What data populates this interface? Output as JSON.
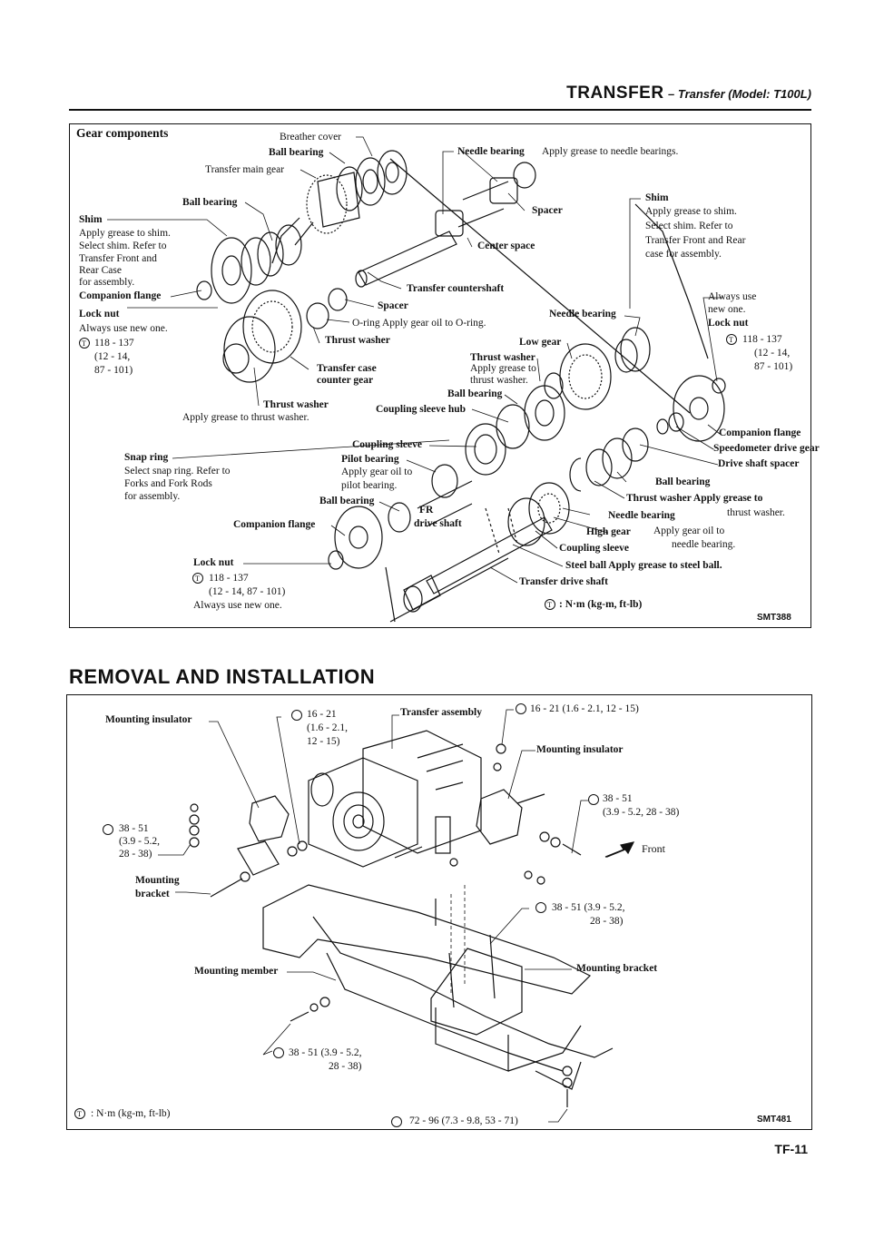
{
  "header": {
    "title": "TRANSFER",
    "subtitle": "– Transfer (Model: T100L)"
  },
  "gear": {
    "heading": "Gear components",
    "breather_cover": "Breather cover",
    "ball_bearing_top": "Ball bearing",
    "transfer_main_gear": "Transfer main gear",
    "ball_bearing_left": "Ball bearing",
    "shim_left": [
      "Shim",
      "Apply grease to shim.",
      "Select shim. Refer to",
      "Transfer Front and",
      "Rear Case",
      "for assembly."
    ],
    "companion_flange_left": "Companion flange",
    "lock_nut_left": [
      "Lock nut",
      "Always use new one.",
      "118 - 137",
      "(12 - 14,",
      "87 - 101)"
    ],
    "needle_bearing_top": "Needle bearing",
    "needle_bearing_top_note": "Apply grease to needle bearings.",
    "spacer_top": "Spacer",
    "center_space": "Center space",
    "shim_right": [
      "Shim",
      "Apply grease to shim.",
      "Select shim. Refer to",
      "Transfer Front and Rear",
      "case for assembly."
    ],
    "transfer_countershaft": "Transfer countershaft",
    "spacer_mid": "Spacer",
    "oring": "O-ring Apply gear oil to O-ring.",
    "thrust_washer_top": "Thrust washer",
    "transfer_case_counter_gear": [
      "Transfer case",
      "counter gear"
    ],
    "thrust_washer_bottom": [
      "Thrust washer",
      "Apply grease to thrust washer."
    ],
    "always_use_right": [
      "Always use",
      "new one.",
      "Lock nut",
      "118 - 137",
      "(12 - 14,",
      "87 - 101)"
    ],
    "needle_bearing_mid": "Needle bearing",
    "low_gear": "Low gear",
    "thrust_washer_mid": [
      "Thrust washer",
      "Apply grease to",
      "thrust washer."
    ],
    "ball_bearing_mid": "Ball bearing",
    "coupling_sleeve_hub": "Coupling sleeve hub",
    "companion_flange_right": "Companion flange",
    "speedometer_drive_gear": "Speedometer drive gear",
    "drive_shaft_spacer": "Drive shaft spacer",
    "snap_ring": [
      "Snap ring",
      "Select snap ring. Refer to",
      "Forks and Fork Rods",
      "for assembly."
    ],
    "coupling_sleeve_mid": "Coupling sleeve",
    "pilot_bearing": [
      "Pilot bearing",
      "Apply gear oil to",
      "pilot bearing."
    ],
    "ball_bearing_low": "Ball bearing",
    "ball_bearing_right": "Ball bearing",
    "thrust_washer_right": [
      "Thrust washer Apply grease to",
      "thrust washer."
    ],
    "fr": "FR",
    "drive_shaft": "drive shaft",
    "needle_bearing_right": "Needle bearing",
    "companion_flange_low": "Companion flange",
    "high_gear": "High gear",
    "high_gear_note": [
      "Apply gear oil to",
      "needle bearing."
    ],
    "coupling_sleeve_low": "Coupling sleeve",
    "lock_nut_low": [
      "Lock nut",
      "118 - 137",
      "(12 - 14, 87 - 101)",
      "Always use new one."
    ],
    "steel_ball": "Steel ball Apply grease to steel ball.",
    "transfer_drive_shaft": "Transfer drive shaft",
    "units": ": N·m (kg-m, ft-lb)",
    "code": "SMT388"
  },
  "removal": {
    "title": "REMOVAL AND INSTALLATION",
    "mounting_insulator_left": "Mounting insulator",
    "torque_16_21_left": [
      "16 - 21",
      "(1.6 - 2.1,",
      "12 - 15)"
    ],
    "transfer_assembly": "Transfer assembly",
    "torque_16_21_right": "16 - 21 (1.6 - 2.1, 12 - 15)",
    "mounting_insulator_right": "Mounting insulator",
    "torque_38_51_right": [
      "38 - 51",
      "(3.9 - 5.2, 28 - 38)"
    ],
    "front": "Front",
    "torque_38_51_left": [
      "38 - 51",
      "(3.9 - 5.2,",
      "28 - 38)"
    ],
    "mounting_bracket_left": [
      "Mounting",
      "bracket"
    ],
    "torque_38_51_mid": [
      "38 - 51 (3.9 - 5.2,",
      "28 - 38)"
    ],
    "mounting_member": "Mounting member",
    "mounting_bracket_right": "Mounting bracket",
    "torque_38_51_bottom": [
      "38 - 51 (3.9 - 5.2,",
      "28 - 38)"
    ],
    "units": ": N·m (kg-m, ft-lb)",
    "torque_72_96": "72 - 96 (7.3 - 9.8, 53 - 71)",
    "code": "SMT481"
  },
  "page_number": "TF-11",
  "torque_symbol": "T"
}
